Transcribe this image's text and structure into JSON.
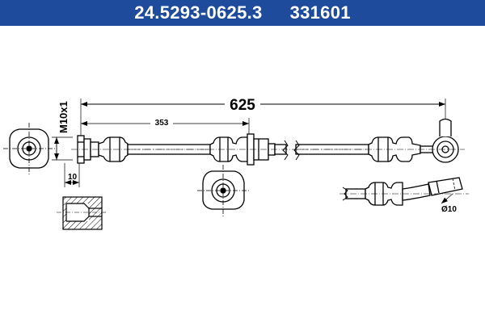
{
  "header": {
    "part_number": "24.5293-0625.3",
    "ref_number": "331601",
    "background_color": "#1e4b9b",
    "text_color": "#ffffff"
  },
  "dimensions": {
    "overall_length": "625",
    "partial_length": "353",
    "thread": "M10x1",
    "thread_depth": "10",
    "diameter": "Ø10"
  }
}
